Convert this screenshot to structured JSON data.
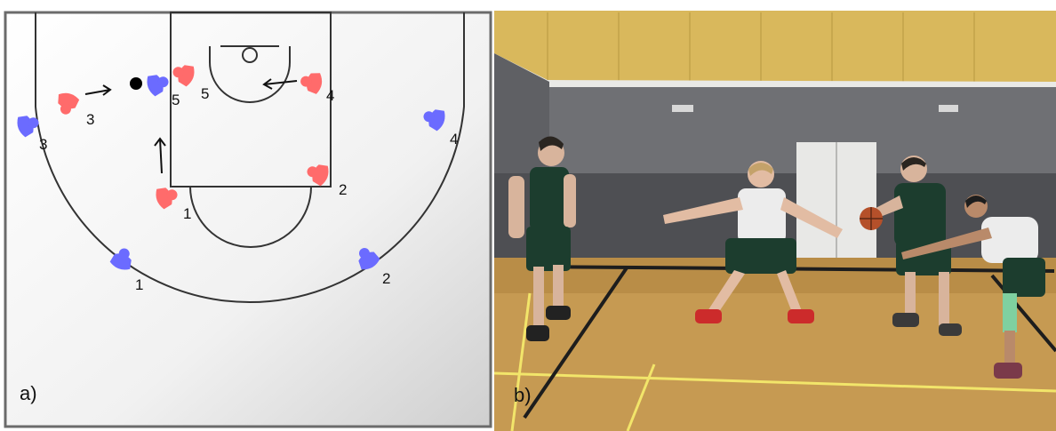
{
  "panel_a": {
    "label": "a)",
    "colors": {
      "offense": "#ff6b6b",
      "defense": "#6b6bff",
      "ball": "#000000",
      "lines": "#333333"
    },
    "players": [
      {
        "team": "defense",
        "number": "1"
      },
      {
        "team": "defense",
        "number": "2"
      },
      {
        "team": "defense",
        "number": "3"
      },
      {
        "team": "defense",
        "number": "4"
      },
      {
        "team": "defense",
        "number": "5"
      },
      {
        "team": "offense",
        "number": "1"
      },
      {
        "team": "offense",
        "number": "2"
      },
      {
        "team": "offense",
        "number": "3"
      },
      {
        "team": "offense",
        "number": "4"
      },
      {
        "team": "offense",
        "number": "5"
      }
    ]
  },
  "panel_b": {
    "label": "b)",
    "icons": [
      "basketball-icon"
    ]
  }
}
